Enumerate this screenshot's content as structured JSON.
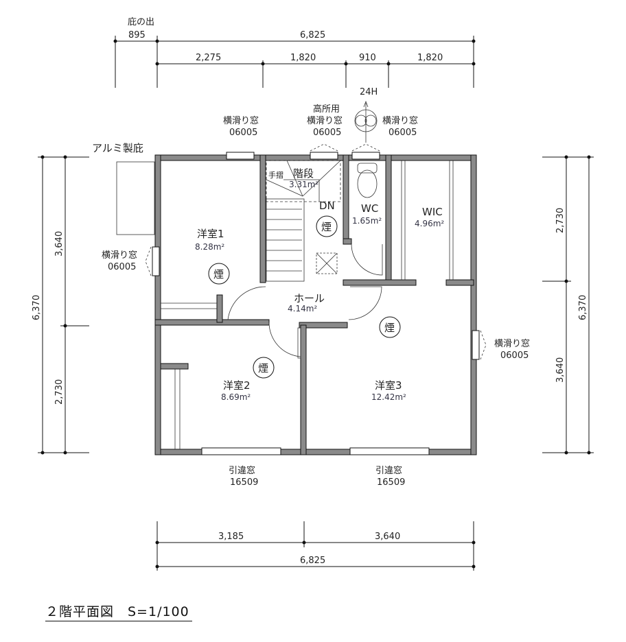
{
  "title": "２階平面図　S=1/100",
  "eaves": {
    "label": "庇の出",
    "value": "895",
    "alu_label": "アルミ製庇"
  },
  "dims": {
    "top_total": "6,825",
    "top_parts": [
      "2,275",
      "1,820",
      "910",
      "1,820"
    ],
    "bottom_parts": [
      "3,185",
      "3,640"
    ],
    "bottom_total": "6,825",
    "left_total": "6,370",
    "left_parts": [
      "3,640",
      "2,730"
    ],
    "right_parts": [
      "2,730",
      "3,640"
    ],
    "right_total": "6,370"
  },
  "rooms": {
    "room1": {
      "name": "洋室1",
      "area": "8.28m²"
    },
    "room2": {
      "name": "洋室2",
      "area": "8.69m²"
    },
    "room3": {
      "name": "洋室3",
      "area": "12.42m²"
    },
    "stairs": {
      "name": "階段",
      "area": "3.31m²",
      "handrail": "手摺",
      "dn": "DN"
    },
    "wc": {
      "name": "WC",
      "area": "1.65m²"
    },
    "wic": {
      "name": "WIC",
      "area": "4.96m²"
    },
    "hall": {
      "name": "ホール",
      "area": "4.14m²"
    }
  },
  "smoke": "煙",
  "fan": "24H",
  "windows": {
    "w_top1": {
      "l1": "横滑り窓",
      "l2": "06005"
    },
    "w_top2": {
      "l0": "高所用",
      "l1": "横滑り窓",
      "l2": "06005"
    },
    "w_top3": {
      "l1": "横滑り窓",
      "l2": "06005"
    },
    "w_left": {
      "l1": "横滑り窓",
      "l2": "06005"
    },
    "w_right": {
      "l1": "横滑り窓",
      "l2": "06005"
    },
    "w_bot1": {
      "l1": "引違窓",
      "l2": "16509"
    },
    "w_bot2": {
      "l1": "引違窓",
      "l2": "16509"
    }
  }
}
